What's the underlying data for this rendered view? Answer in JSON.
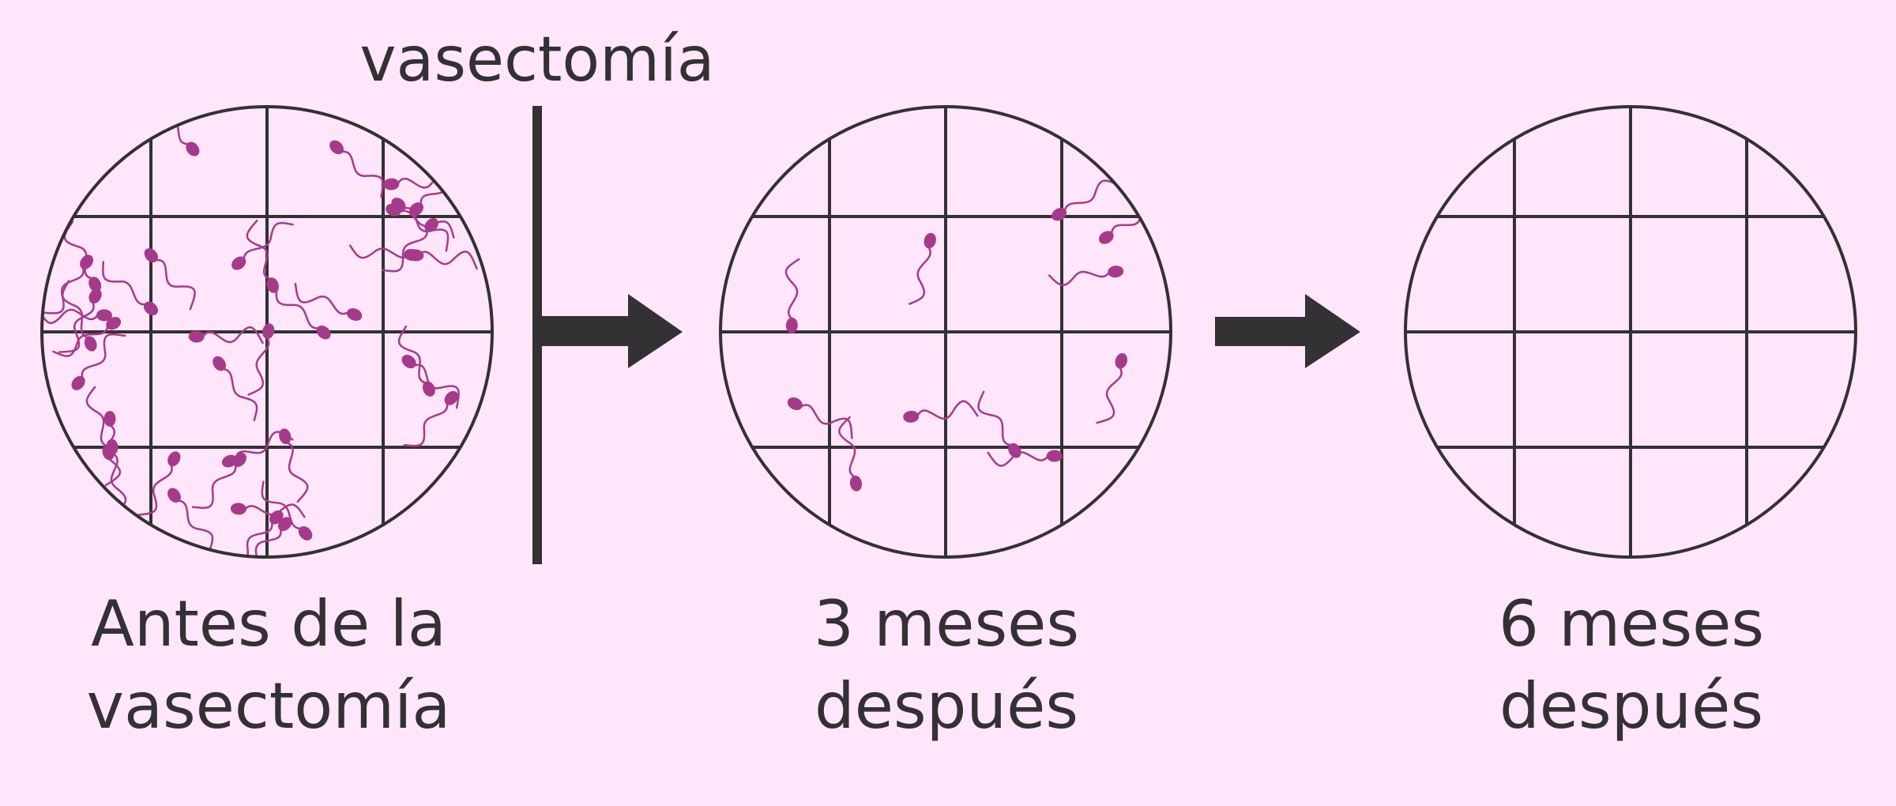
{
  "divider_label": "vasectomía",
  "panels": [
    {
      "line1": "Antes de la",
      "line2": "vasectomía",
      "sperm_count": 40
    },
    {
      "line1": "3 meses",
      "line2": "después",
      "sperm_count": 11
    },
    {
      "line1": "6 meses",
      "line2": "después",
      "sperm_count": 0
    }
  ],
  "colors": {
    "background": "#ffe6fa",
    "ink": "#333133",
    "sperm": "#a63a8a"
  },
  "icons": [
    "sperm-icon",
    "arrow-right-icon"
  ]
}
